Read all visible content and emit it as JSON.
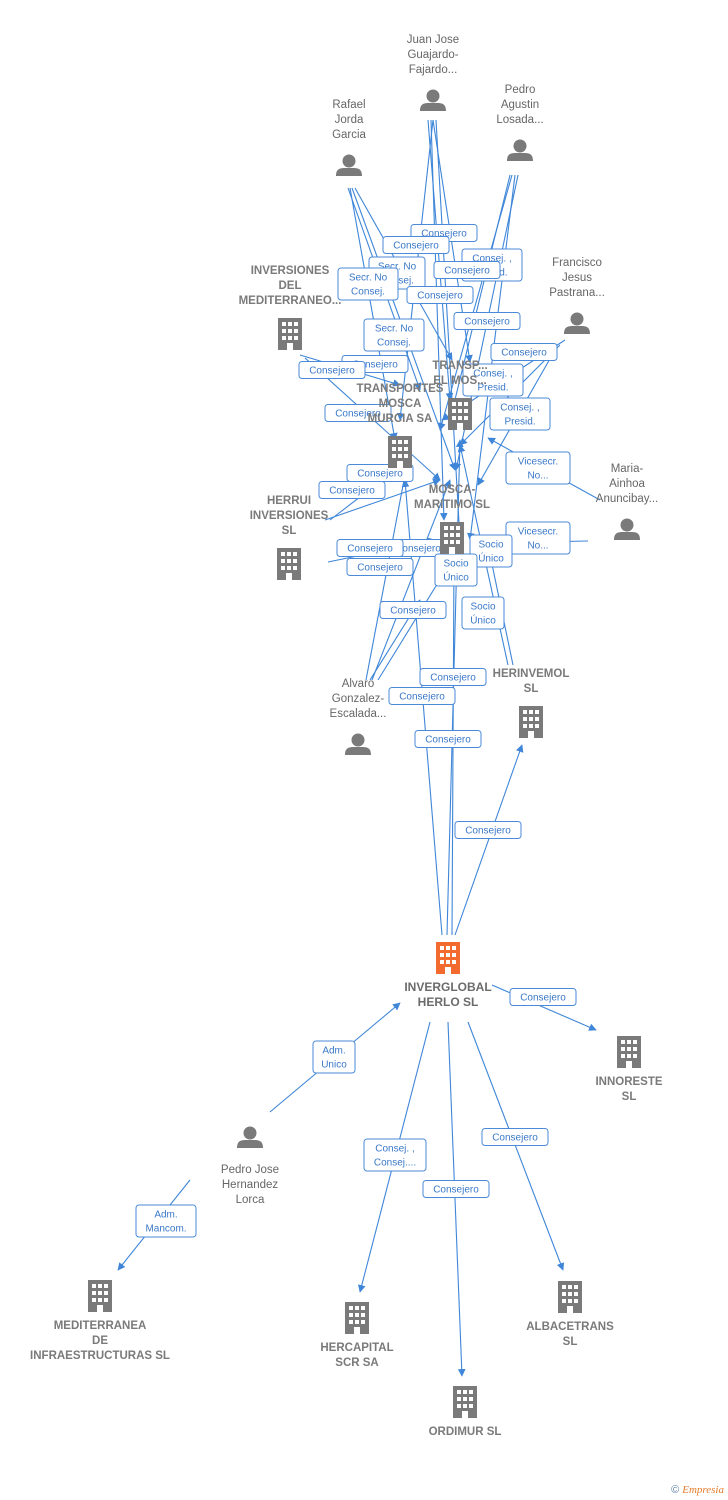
{
  "footer": {
    "copyright_symbol": "©",
    "brand": "Empresia"
  },
  "colors": {
    "edge": "#3f86d8",
    "node_gray": "#7a7a7a",
    "center": "#f26a2e"
  },
  "nodes": [
    {
      "id": "juan",
      "type": "person",
      "lines": [
        "Juan Jose",
        "Guajardo-",
        "Fajardo..."
      ]
    },
    {
      "id": "rafael",
      "type": "person",
      "lines": [
        "Rafael",
        "Jorda",
        "Garcia"
      ]
    },
    {
      "id": "pedroag",
      "type": "person",
      "lines": [
        "Pedro",
        "Agustin",
        "Losada..."
      ]
    },
    {
      "id": "francisco",
      "type": "person",
      "lines": [
        "Francisco",
        "Jesus",
        "Pastrana..."
      ]
    },
    {
      "id": "invmed",
      "type": "company",
      "lines": [
        "INVERSIONES",
        "DEL",
        "MEDITERRANEO..."
      ]
    },
    {
      "id": "transmur",
      "type": "company",
      "lines": [
        "TRANSPORTES",
        "MOSCA",
        "MURCIA SA"
      ]
    },
    {
      "id": "transmosca",
      "type": "company",
      "lines": [
        "TRANSP...",
        "EL MOS..."
      ]
    },
    {
      "id": "mosca",
      "type": "company",
      "lines": [
        "MOSCA-",
        "MARITIMO SL"
      ]
    },
    {
      "id": "maria",
      "type": "person",
      "lines": [
        "Maria-",
        "Ainhoa",
        "Anuncibay..."
      ]
    },
    {
      "id": "herrui",
      "type": "company",
      "lines": [
        "HERRUI",
        "INVERSIONES",
        "SL"
      ]
    },
    {
      "id": "alvaro",
      "type": "person",
      "lines": [
        "Alvaro",
        "Gonzalez-",
        "Escalada..."
      ]
    },
    {
      "id": "herinvemol",
      "type": "company",
      "lines": [
        "HERINVEMOL",
        "SL"
      ]
    },
    {
      "id": "center",
      "type": "center",
      "lines": [
        "INVERGLOBAL",
        "HERLO  SL"
      ]
    },
    {
      "id": "innoreste",
      "type": "company",
      "lines": [
        "INNORESTE",
        "SL"
      ]
    },
    {
      "id": "pedrojose",
      "type": "person",
      "lines": [
        "Pedro Jose",
        "Hernandez",
        "Lorca"
      ]
    },
    {
      "id": "medinfra",
      "type": "company",
      "lines": [
        "MEDITERRANEA",
        "DE",
        "INFRAESTRUCTURAS SL"
      ]
    },
    {
      "id": "hercapital",
      "type": "company",
      "lines": [
        "HERCAPITAL",
        "SCR SA"
      ]
    },
    {
      "id": "ordimur",
      "type": "company",
      "lines": [
        "ORDIMUR  SL"
      ]
    },
    {
      "id": "albacetrans",
      "type": "company",
      "lines": [
        "ALBACETRANS",
        "SL"
      ]
    }
  ],
  "relations": [
    {
      "id": "r1",
      "lines": [
        "Consejero"
      ]
    },
    {
      "id": "r2",
      "lines": [
        "Consejero"
      ]
    },
    {
      "id": "r3",
      "lines": [
        "Secr.  No",
        "Consej."
      ]
    },
    {
      "id": "r4",
      "lines": [
        "Consej. ,",
        "Presid."
      ]
    },
    {
      "id": "r5",
      "lines": [
        "Consejero"
      ]
    },
    {
      "id": "r6",
      "lines": [
        "Secr.  No",
        "Consej."
      ]
    },
    {
      "id": "r7",
      "lines": [
        "Consejero"
      ]
    },
    {
      "id": "r8",
      "lines": [
        "Consejero"
      ]
    },
    {
      "id": "r9",
      "lines": [
        "Secr.  No",
        "Consej."
      ]
    },
    {
      "id": "r10",
      "lines": [
        "Consejero"
      ]
    },
    {
      "id": "r11",
      "lines": [
        "Consejero"
      ]
    },
    {
      "id": "r12",
      "lines": [
        "Consej. ,",
        "Presid."
      ]
    },
    {
      "id": "r13",
      "lines": [
        "Consejero"
      ]
    },
    {
      "id": "r14",
      "lines": [
        "Consejero"
      ]
    },
    {
      "id": "r15",
      "lines": [
        "Consej. ,",
        "Presid."
      ]
    },
    {
      "id": "r16",
      "lines": [
        "Vicesecr.",
        "No..."
      ]
    },
    {
      "id": "r17",
      "lines": [
        "Consejero"
      ]
    },
    {
      "id": "r18",
      "lines": [
        "Consejero"
      ]
    },
    {
      "id": "r19",
      "lines": [
        "Consejero"
      ]
    },
    {
      "id": "r20",
      "lines": [
        "Consejero"
      ]
    },
    {
      "id": "r21",
      "lines": [
        "Vicesecr.",
        "No..."
      ]
    },
    {
      "id": "r22",
      "lines": [
        "Socio",
        "Único"
      ]
    },
    {
      "id": "r23",
      "lines": [
        "Consejero"
      ]
    },
    {
      "id": "r24",
      "lines": [
        "Socio",
        "Único"
      ]
    },
    {
      "id": "r25",
      "lines": [
        "Consejero"
      ]
    },
    {
      "id": "r26",
      "lines": [
        "Socio",
        "Único"
      ]
    },
    {
      "id": "r27",
      "lines": [
        "Consejero"
      ]
    },
    {
      "id": "r28",
      "lines": [
        "Consejero"
      ]
    },
    {
      "id": "r29",
      "lines": [
        "Consejero"
      ]
    },
    {
      "id": "r30",
      "lines": [
        "Consejero"
      ]
    },
    {
      "id": "r31",
      "lines": [
        "Consejero"
      ]
    },
    {
      "id": "r32",
      "lines": [
        "Adm.",
        "Unico"
      ]
    },
    {
      "id": "r33",
      "lines": [
        "Consej. ,",
        "Consej...."
      ]
    },
    {
      "id": "r34",
      "lines": [
        "Consejero"
      ]
    },
    {
      "id": "r35",
      "lines": [
        "Consejero"
      ]
    },
    {
      "id": "r36",
      "lines": [
        "Adm.",
        "Mancom."
      ]
    }
  ]
}
